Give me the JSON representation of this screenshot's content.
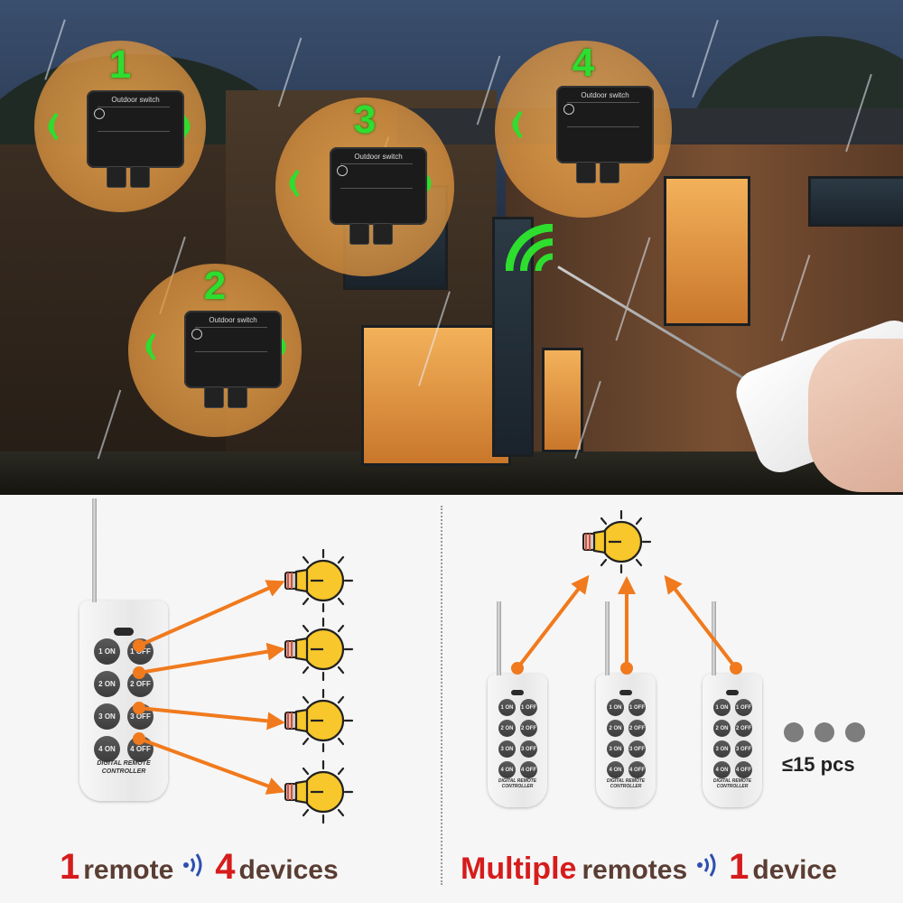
{
  "scene": {
    "zones": [
      {
        "number": "1",
        "switch_label": "Outdoor switch"
      },
      {
        "number": "2",
        "switch_label": "Outdoor switch"
      },
      {
        "number": "3",
        "switch_label": "Outdoor switch"
      },
      {
        "number": "4",
        "switch_label": "Outdoor switch"
      }
    ]
  },
  "remote": {
    "keys": [
      "1 ON",
      "1 OFF",
      "2 ON",
      "2 OFF",
      "3 ON",
      "3 OFF",
      "4 ON",
      "4 OFF"
    ],
    "caption": "DIGITAL REMOTE CONTROLLER"
  },
  "left_legend": {
    "count1": "1",
    "word1": "remote",
    "count2": "4",
    "word2": "devices"
  },
  "right_legend": {
    "word1": "Multiple",
    "word2": "remotes",
    "count": "1",
    "word3": "device"
  },
  "limit_text": "≤15 pcs",
  "colors": {
    "accent_red": "#d61c1c",
    "arrow_orange": "#f07a1d",
    "signal_green": "#2ede2e",
    "bulb_yellow": "#f7c72b",
    "signal_blue": "#2c4fb0"
  }
}
